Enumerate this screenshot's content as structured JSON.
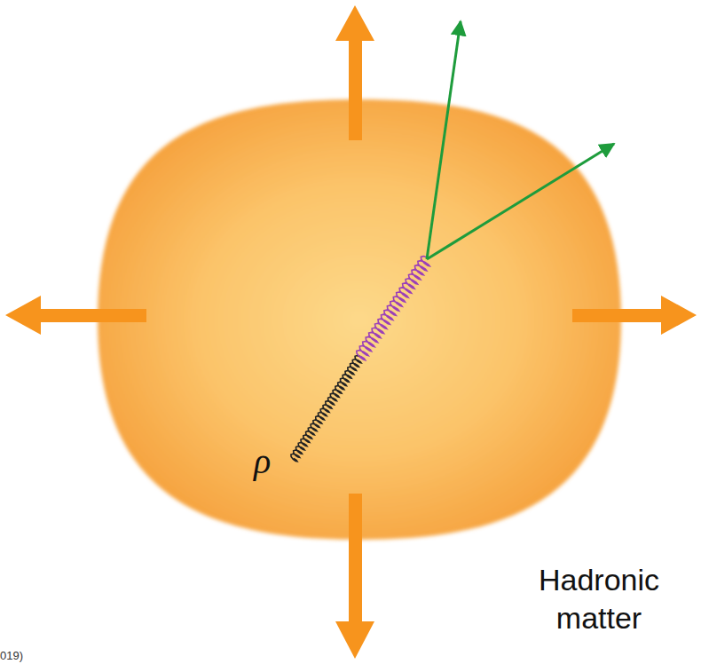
{
  "diagram": {
    "labels": [
      "ρ",
      "Hadronic matter",
      "019)"
    ]
  }
}
